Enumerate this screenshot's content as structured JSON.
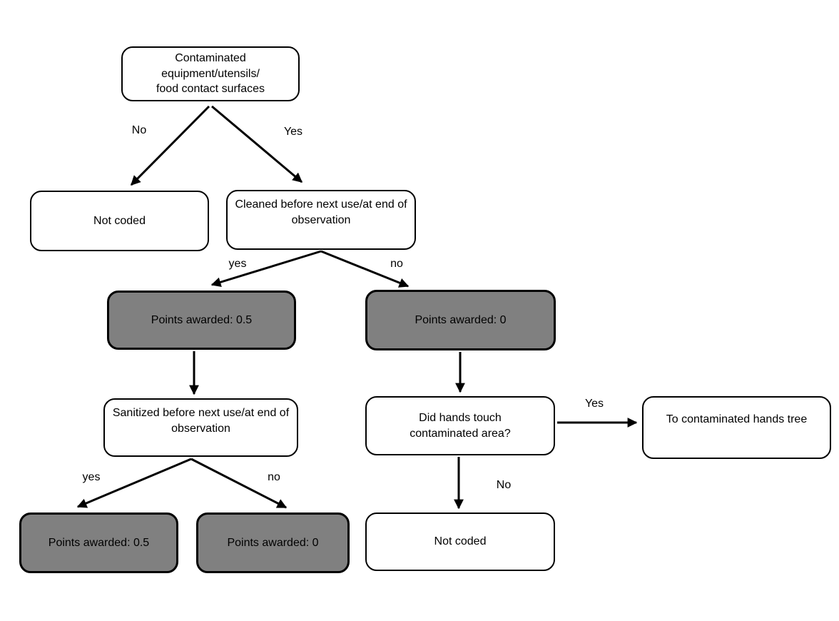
{
  "diagram": {
    "type": "decision-tree",
    "title": "",
    "colors": {
      "node_fill_default": "#ffffff",
      "node_fill_score": "#808080",
      "node_border": "#000000",
      "arrow": "#000000",
      "text": "#000000",
      "background": "#ffffff"
    },
    "nodes": {
      "root": {
        "label": "Contaminated equipment/utensils/\nfood contact surfaces",
        "type": "decision"
      },
      "not_coded_top": {
        "label": "Not coded",
        "type": "outcome"
      },
      "cleaned": {
        "label": "Cleaned before next use/at end of\nobservation",
        "type": "decision"
      },
      "points_half_upper": {
        "label": "Points awarded: 0.5",
        "type": "score"
      },
      "points_zero_upper": {
        "label": "Points awarded: 0",
        "type": "score"
      },
      "sanitized": {
        "label": "Sanitized before next use/at end of\nobservation",
        "type": "decision"
      },
      "did_hands_touch": {
        "label": "Did hands touch\ncontaminated area?",
        "type": "decision"
      },
      "to_contaminated_hands": {
        "label": "To contaminated hands tree",
        "type": "outcome"
      },
      "points_half_lower": {
        "label": "Points awarded: 0.5",
        "type": "score"
      },
      "points_zero_lower": {
        "label": "Points awarded: 0",
        "type": "score"
      },
      "not_coded_bottom": {
        "label": "Not coded",
        "type": "outcome"
      }
    },
    "edges": {
      "root_no": {
        "from": "root",
        "to": "not_coded_top",
        "label": "No"
      },
      "root_yes": {
        "from": "root",
        "to": "cleaned",
        "label": "Yes"
      },
      "cleaned_yes": {
        "from": "cleaned",
        "to": "points_half_upper",
        "label": "yes"
      },
      "cleaned_no": {
        "from": "cleaned",
        "to": "points_zero_upper",
        "label": "no"
      },
      "half_upper_to_sanitized": {
        "from": "points_half_upper",
        "to": "sanitized",
        "label": ""
      },
      "zero_upper_to_hands": {
        "from": "points_zero_upper",
        "to": "did_hands_touch",
        "label": ""
      },
      "sanitized_yes": {
        "from": "sanitized",
        "to": "points_half_lower",
        "label": "yes"
      },
      "sanitized_no": {
        "from": "sanitized",
        "to": "points_zero_lower",
        "label": "no"
      },
      "hands_yes": {
        "from": "did_hands_touch",
        "to": "to_contaminated_hands",
        "label": "Yes"
      },
      "hands_no": {
        "from": "did_hands_touch",
        "to": "not_coded_bottom",
        "label": "No"
      }
    }
  }
}
